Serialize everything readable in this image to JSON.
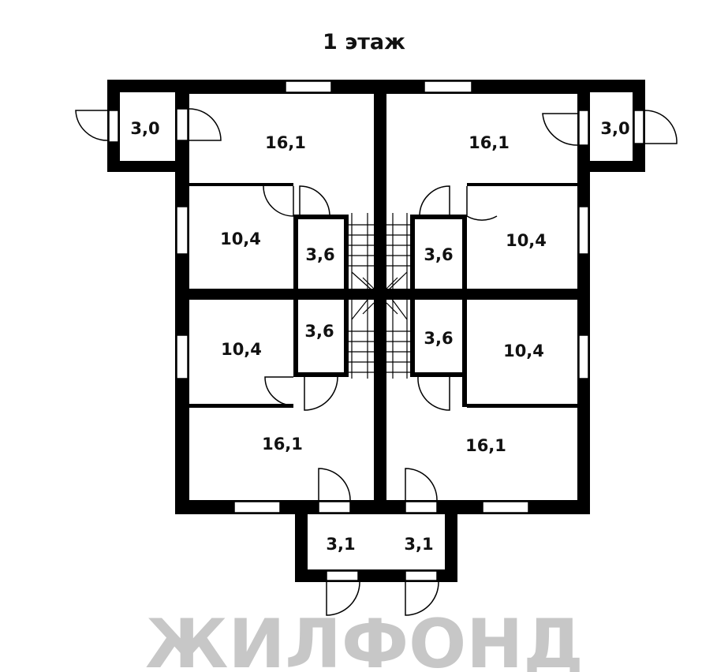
{
  "title": "1 этаж",
  "watermark": "ЖИЛФОНД",
  "rooms": {
    "vest_left": "3,0",
    "vest_right": "3,0",
    "living_tl": "16,1",
    "living_tr": "16,1",
    "room_l1": "10,4",
    "room_r1": "10,4",
    "closet_l1": "3,6",
    "closet_r1": "3,6",
    "closet_l2": "3,6",
    "closet_r2": "3,6",
    "room_l2": "10,4",
    "room_r2": "10,4",
    "living_bl": "16,1",
    "living_br": "16,1",
    "vest_bl": "3,1",
    "vest_br": "3,1"
  }
}
